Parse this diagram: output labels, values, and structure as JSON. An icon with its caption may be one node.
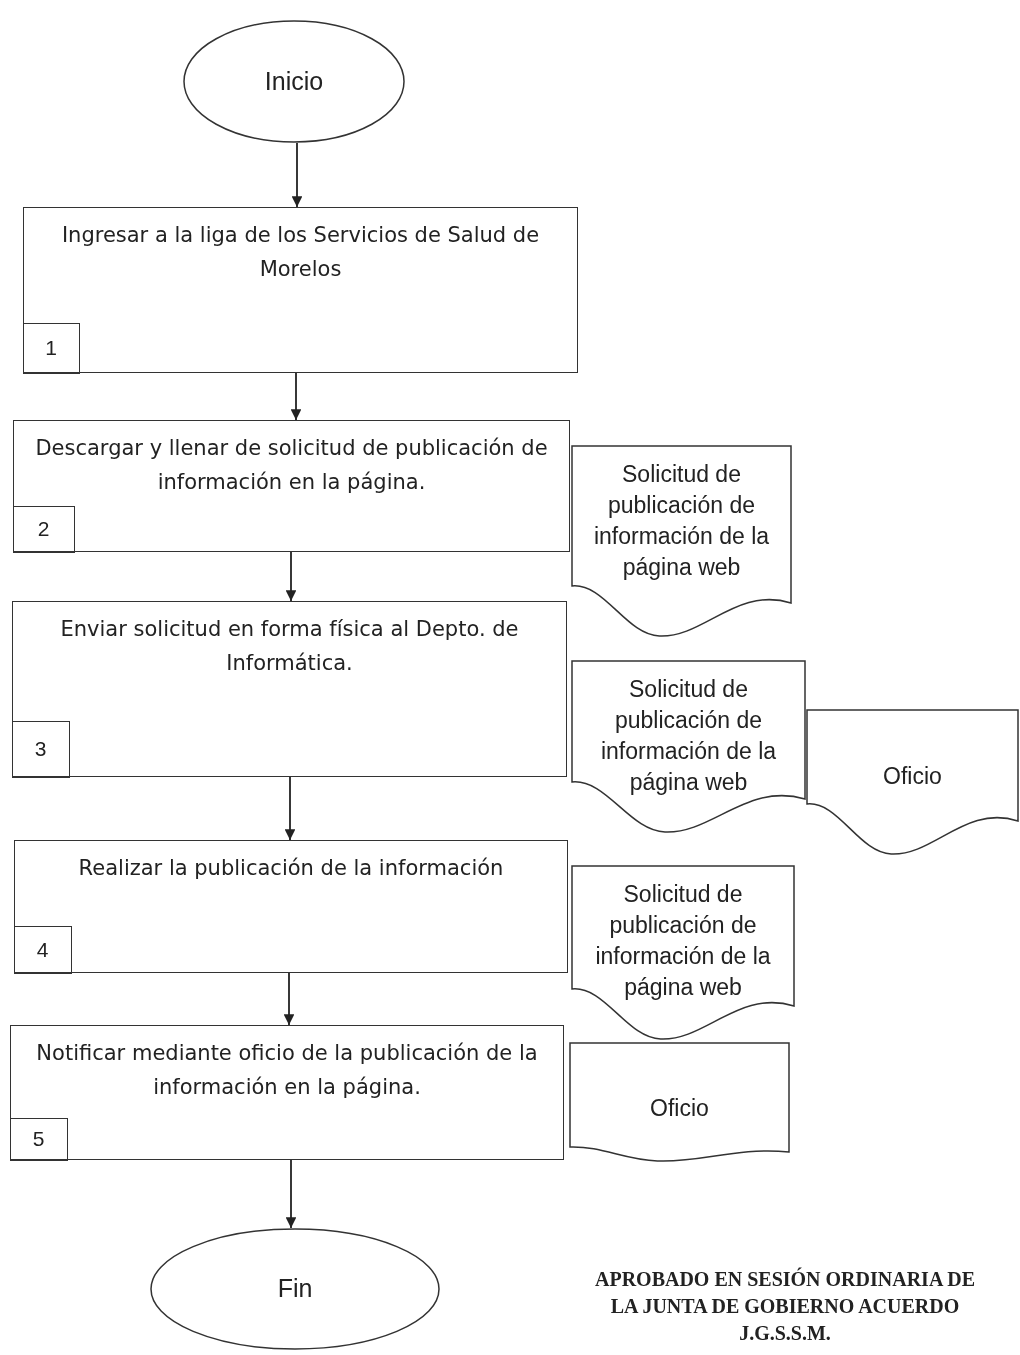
{
  "diagram": {
    "nodes": [
      {
        "text": [
          "Inicio"
        ]
      },
      {
        "text": [
          "Ingresar a la liga de los Servicios de Salud de Morelos",
          "1"
        ]
      },
      {
        "text": [
          "Descargar y llenar de solicitud de publicación de información en la página.",
          "2"
        ]
      },
      {
        "text": [
          "Solicitud de publicación de información de la página web"
        ]
      },
      {
        "text": [
          "Enviar solicitud en forma física al Depto. de Informática.",
          "3"
        ]
      },
      {
        "text": [
          "Solicitud de publicación de información de la página web"
        ]
      },
      {
        "text": [
          "Oficio"
        ]
      },
      {
        "text": [
          "Realizar la publicación de la información",
          "4"
        ]
      },
      {
        "text": [
          "Solicitud de publicación de información de la página web"
        ]
      },
      {
        "text": [
          "Notificar mediante oficio de la publicación de la información en la página.",
          "5"
        ]
      },
      {
        "text": [
          "Oficio"
        ]
      },
      {
        "text": [
          "Fin"
        ]
      }
    ],
    "edges": [
      {
        "from": 0,
        "to": 1,
        "arrow": "to"
      },
      {
        "from": 1,
        "to": 2,
        "arrow": "to"
      },
      {
        "from": 2,
        "to": 4,
        "arrow": "to"
      },
      {
        "from": 4,
        "to": 7,
        "arrow": "to"
      },
      {
        "from": 7,
        "to": 9,
        "arrow": "to"
      },
      {
        "from": 9,
        "to": 11,
        "arrow": "to"
      }
    ],
    "labels": [
      "APROBADO EN SESIÓN ORDINARIA DE LA JUNTA DE GOBIERNO ACUERDO J.G.S.S.M."
    ]
  }
}
